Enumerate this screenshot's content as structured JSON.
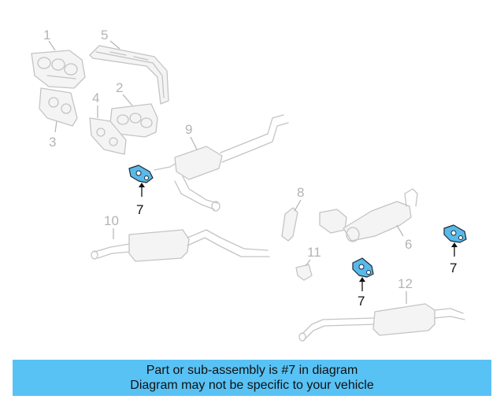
{
  "callouts": {
    "c1": "1",
    "c2": "2",
    "c3": "3",
    "c4": "4",
    "c5": "5",
    "c6": "6",
    "c8": "8",
    "c9": "9",
    "c10": "10",
    "c11": "11",
    "c12": "12",
    "c7": "7"
  },
  "highlighted_part": "7",
  "colors": {
    "highlight": "#58b9ea",
    "banner": "#58c2f5",
    "faded_part": "#c4c4c4"
  },
  "banner": {
    "line1": "Part or sub-assembly is #7 in diagram",
    "line2": "Diagram may not be specific to your vehicle"
  }
}
